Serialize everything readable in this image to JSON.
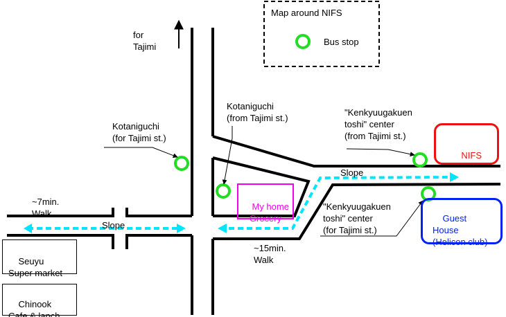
{
  "legend": {
    "title": "Map around NIFS",
    "bus_stop_label": "Bus stop"
  },
  "colors": {
    "bus_stop": "#22dd22",
    "walk_route": "#00e5ff",
    "nifs": "#ee1111",
    "guest_house": "#0022ee",
    "my_home": "#ee00ee",
    "roads": "#000000"
  },
  "labels": {
    "for_tajimi": "for\nTajimi",
    "kotaniguchi_for_tajimi": "Kotaniguchi\n(for Tajimi st.)",
    "kotaniguchi_from_tajimi": "Kotaniguchi\n(from Tajimi st.)",
    "kenkyuu_from_tajimi": "\"Kenkyuugakuen\ntoshi\" center\n(from Tajimi st.)",
    "kenkyuu_for_tajimi": "\"Kenkyuugakuen\ntoshi\" center\n(for Tajimi st.)",
    "walk_7min": "~7min.\nWalk",
    "walk_15min": "~15min.\nWalk",
    "slope_left": "Slope",
    "slope_right": "Slope"
  },
  "places": {
    "nifs": "NIFS",
    "guest_house": "Guest\nHouse\n(Helicon club)",
    "my_home": "My home\nGrocery",
    "seuyu": "Seuyu\nSuper market",
    "chinook": "Chinook\nCafe & lanch"
  }
}
